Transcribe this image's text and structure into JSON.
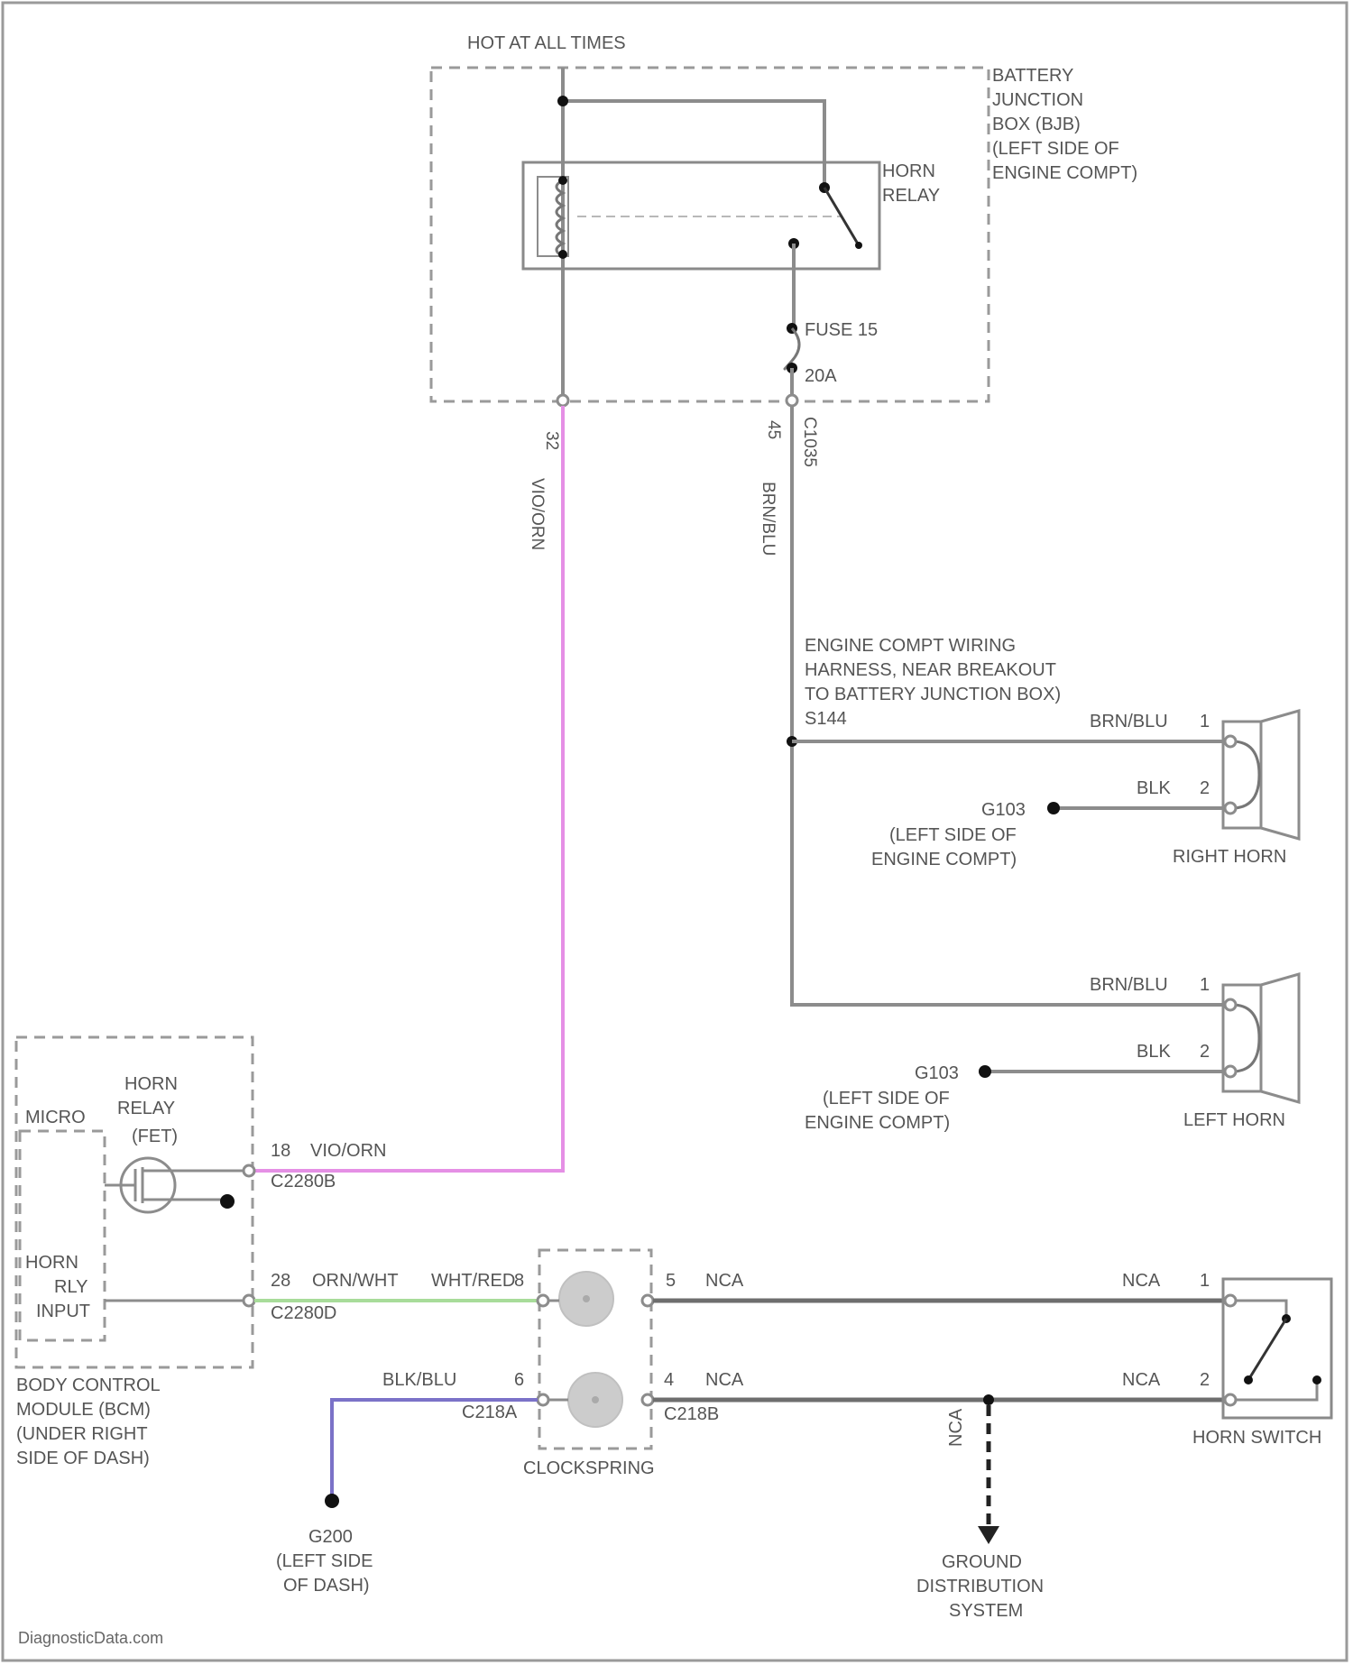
{
  "colors": {
    "wire_violet_orange": "#e58fe5",
    "wire_orange_white": "#a8dc9a",
    "wire_black_blue": "#7b72c8",
    "wire_grey": "#8c8c8c",
    "box_border": "#9a9a9a"
  },
  "labels": {
    "hot_at_all_times": "HOT AT ALL TIMES",
    "bjb_line1": "BATTERY",
    "bjb_line2": "JUNCTION",
    "bjb_line3": "BOX (BJB)",
    "bjb_line4": "(LEFT SIDE OF",
    "bjb_line5": "ENGINE COMPT)",
    "horn_relay_line1": "HORN",
    "horn_relay_line2": "RELAY",
    "fuse_name": "FUSE 15",
    "fuse_rating": "20A",
    "bjb_pin_left": "32",
    "bjb_pin_right": "45",
    "bjb_connector": "C1035",
    "wire_vio_org_vertical": "VIO/ORN",
    "wire_brn_blu_vertical": "BRN/BLU",
    "splice_line1": "ENGINE COMPT WIRING",
    "splice_line2": "HARNESS, NEAR BREAKOUT",
    "splice_line3": "TO BATTERY JUNCTION BOX)",
    "splice_id": "S144",
    "rh_wire1": "BRN/BLU",
    "rh_pin1": "1",
    "rh_wire2": "BLK",
    "rh_pin2": "2",
    "rh_ground": "G103",
    "rh_ground_loc1": "(LEFT SIDE OF",
    "rh_ground_loc2": "ENGINE COMPT)",
    "right_horn": "RIGHT HORN",
    "lh_wire1": "BRN/BLU",
    "lh_pin1": "1",
    "lh_wire2": "BLK",
    "lh_pin2": "2",
    "lh_ground": "G103",
    "lh_ground_loc1": "(LEFT SIDE OF",
    "lh_ground_loc2": "ENGINE COMPT)",
    "left_horn": "LEFT HORN",
    "bcm_micro": "MICRO",
    "bcm_relay_line1": "HORN",
    "bcm_relay_line2": "RELAY",
    "bcm_relay_line3": "(FET)",
    "bcm_pin_18": "18",
    "bcm_wire_vio_org": "VIO/ORN",
    "bcm_conn_top": "C2280B",
    "bcm_input_line1": "HORN",
    "bcm_input_line2": "RLY",
    "bcm_input_line3": "INPUT",
    "bcm_pin_28": "28",
    "bcm_wire_org_wht": "ORN/WHT",
    "bcm_wire_wht_red": "WHT/RED",
    "cs_pin_8": "8",
    "bcm_conn_bottom": "C2280D",
    "bcm_name_line1": "BODY CONTROL",
    "bcm_name_line2": "MODULE (BCM)",
    "bcm_name_line3": "(UNDER RIGHT",
    "bcm_name_line4": "SIDE OF DASH)",
    "wire_blk_blu": "BLK/BLU",
    "cs_pin_6": "6",
    "cs_conn_left": "C218A",
    "cs_pin_5": "5",
    "cs_pin_4": "4",
    "cs_conn_right": "C218B",
    "nca_top_left": "NCA",
    "nca_top_right": "NCA",
    "nca_bottom_left": "NCA",
    "nca_bottom_right": "NCA",
    "hs_pin1": "1",
    "hs_pin2": "2",
    "horn_switch": "HORN SWITCH",
    "clockspring": "CLOCKSPRING",
    "g200_id": "G200",
    "g200_line1": "(LEFT SIDE",
    "g200_line2": "OF DASH)",
    "nca_vertical": "NCA",
    "gds_line1": "GROUND",
    "gds_line2": "DISTRIBUTION",
    "gds_line3": "SYSTEM",
    "watermark": "DiagnosticData.com"
  }
}
